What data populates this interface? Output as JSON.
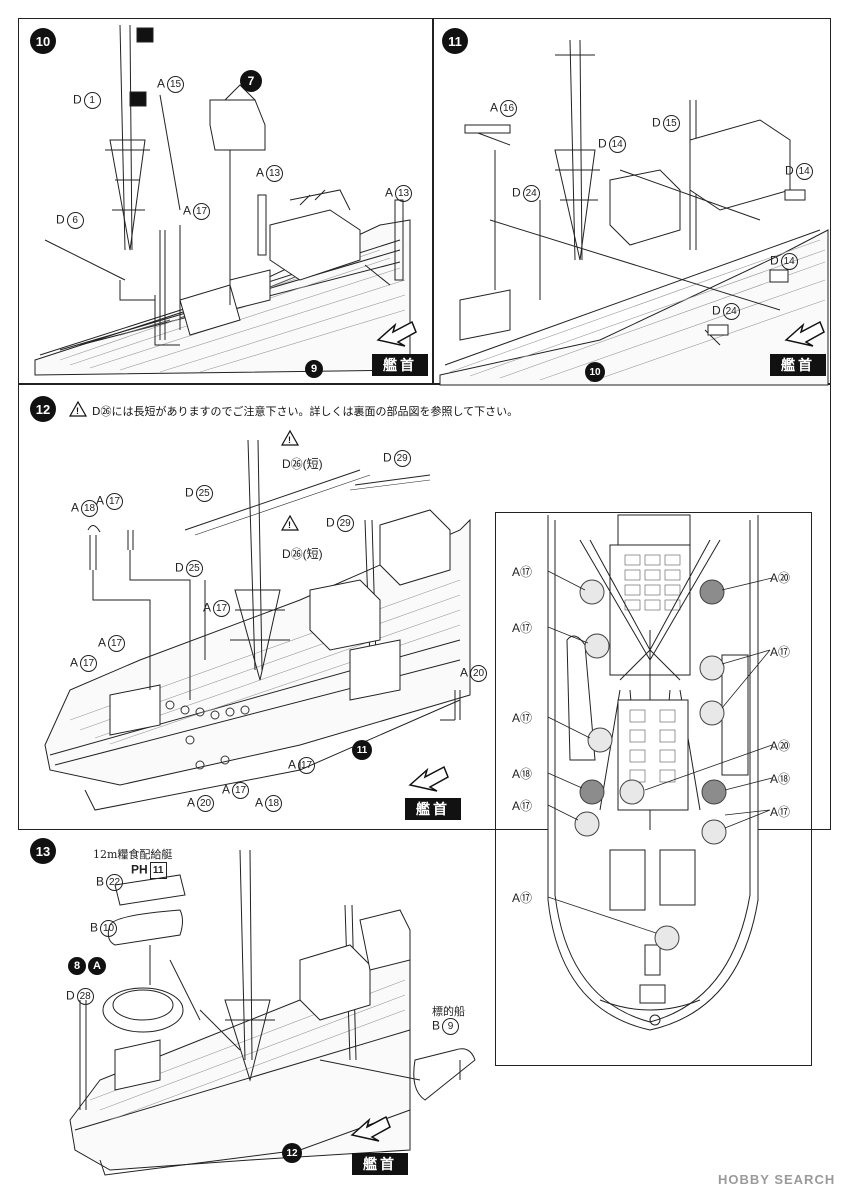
{
  "steps": {
    "s10": "10",
    "s11": "11",
    "s12": "12",
    "s13": "13"
  },
  "bow_label": "艦首",
  "step10": {
    "d1": "D",
    "d1n": "1",
    "a15": "A",
    "a15n": "15",
    "a13": "A",
    "a13n": "13",
    "a13b": "A",
    "a13bn": "13",
    "a17": "A",
    "a17n": "17",
    "d6": "D",
    "d6n": "6",
    "ref7": "7",
    "ref9": "9"
  },
  "step11": {
    "a16": "A",
    "a16n": "16",
    "d14": "D",
    "d14n": "14",
    "d15": "D",
    "d15n": "15",
    "d24": "D",
    "d24n": "24",
    "d14b": "D",
    "d14bn": "14",
    "d14c": "D",
    "d14cn": "14",
    "d24b": "D",
    "d24bn": "24",
    "ref10": "10"
  },
  "step12": {
    "warning": "D㉖には長短がありますのでご注意下さい。詳しくは裏面の部品図を参照して下さい。",
    "d26short": "D㉖(短)",
    "d26short2": "D㉖(短)",
    "d29": "D",
    "d29n": "29",
    "d29b": "D",
    "d29bn": "29",
    "d25": "D",
    "d25n": "25",
    "d25b": "D",
    "d25bn": "25",
    "a18": "A",
    "a18n": "18",
    "a17": "A",
    "a17n": "17",
    "a17b": "A",
    "a17bn": "17",
    "a17c": "A",
    "a17cn": "17",
    "a17d": "A",
    "a17dn": "17",
    "a17e": "A",
    "a17en": "17",
    "a17f": "A",
    "a17fn": "17",
    "a20": "A",
    "a20n": "20",
    "a20b": "A",
    "a20bn": "20",
    "a18b": "A",
    "a18bn": "18",
    "ref11": "11"
  },
  "topview": {
    "left_labels": [
      "A⑰",
      "A⑰",
      "A⑰",
      "A⑱",
      "A⑰",
      "A⑰"
    ],
    "right_labels": [
      "A⑳",
      "A⑰",
      "A⑳",
      "A⑱",
      "A⑰"
    ]
  },
  "step13": {
    "title": "12m糧食配給艇",
    "ph": "PH",
    "phn": "11",
    "b22": "B",
    "b22n": "22",
    "b10": "B",
    "b10n": "10",
    "ref8": "8",
    "refA": "A",
    "d28": "D",
    "d28n": "28",
    "target_title": "標的船",
    "b9": "B",
    "b9n": "9",
    "ref12": "12"
  },
  "watermark": "HOBBY SEARCH"
}
